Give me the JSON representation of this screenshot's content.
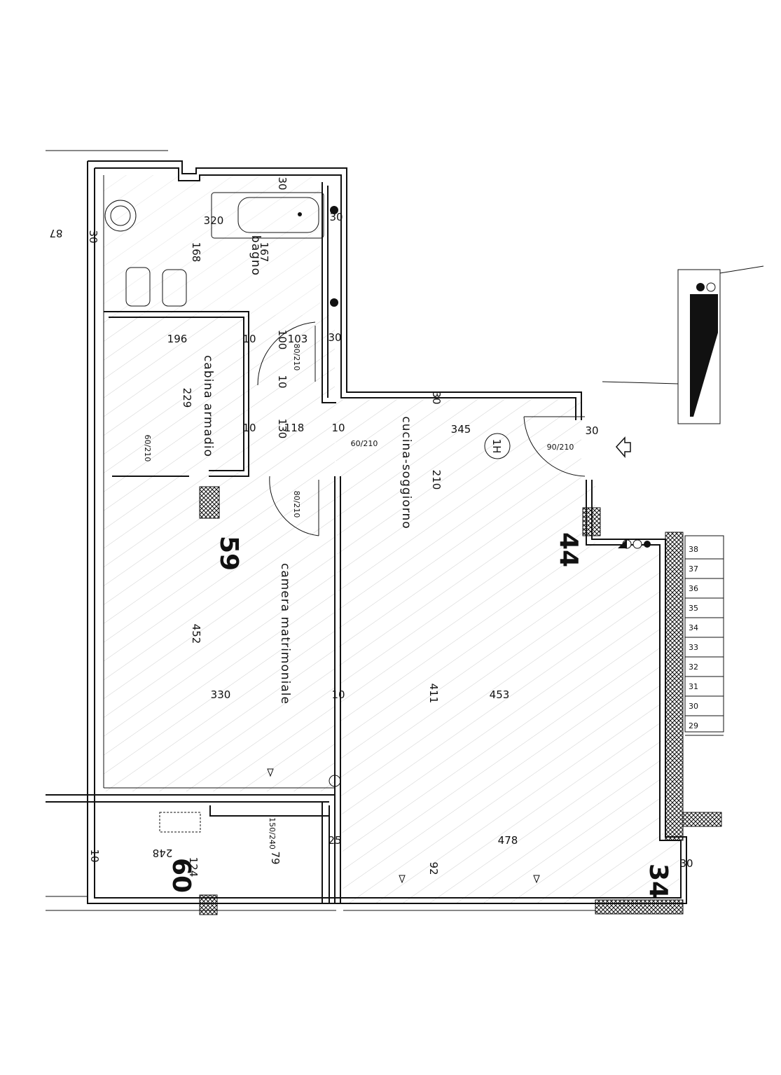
{
  "rooms": {
    "bagno": "bagno",
    "cabina": "cabina armadio",
    "camera": "camera matrimoniale",
    "cucina": "cucina-soggiorno"
  },
  "unit_numbers": {
    "u59": "59",
    "u44": "44",
    "u60": "60",
    "u34": "34",
    "marker": "1H"
  },
  "dimensions": {
    "d320": "320",
    "d168": "168",
    "d167": "167",
    "d30a": "30",
    "d30b": "30",
    "d30c": "30",
    "d30d": "30",
    "d30e": "30",
    "d30f": "30",
    "d196": "196",
    "d229": "229",
    "d10a": "10",
    "d100": "100",
    "d103": "103",
    "d10b": "10",
    "d10c": "10",
    "d130": "130",
    "d118": "118",
    "d10d": "10",
    "d345": "345",
    "d210": "210",
    "d452": "452",
    "d330": "330",
    "d10e": "10",
    "d411": "411",
    "d453": "453",
    "d478": "478",
    "d124": "124",
    "d248": "248",
    "d79": "79",
    "d25": "25",
    "d92": "92",
    "d10f": "10",
    "d87": "87",
    "d30g": "30"
  },
  "door_labels": {
    "bagno_door": "80/210",
    "cabina_door": "60/210",
    "camera_door": "80/210",
    "cabina_inner": "60/210",
    "entry_door": "90/210",
    "small_door": "150/240"
  },
  "stair_steps": [
    "38",
    "37",
    "36",
    "35",
    "34",
    "33",
    "32",
    "31",
    "30",
    "29"
  ]
}
